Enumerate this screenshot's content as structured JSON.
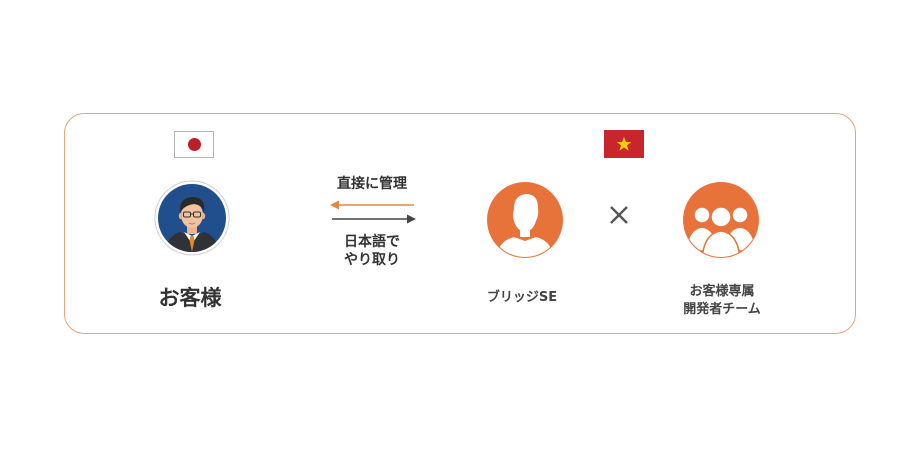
{
  "customer": {
    "label": "お客様",
    "flag": "japan-flag-icon",
    "avatar": "businessman-avatar-icon"
  },
  "link": {
    "top_label": "直接に管理",
    "bottom_label_line1": "日本語で",
    "bottom_label_line2": "やり取り",
    "arrow_color": "#e8873a",
    "arrow_right_color": "#444444"
  },
  "bridge_se": {
    "label": "ブリッジSE",
    "flag": "vietnam-flag-icon",
    "avatar": "person-silhouette-icon"
  },
  "operator": "×",
  "team": {
    "label_line1": "お客様専属",
    "label_line2": "開発者チーム",
    "avatar": "group-silhouette-icon"
  },
  "colors": {
    "accent": "#e8733a",
    "border": "#e8a47a",
    "jp_red": "#bc1e2a",
    "vn_red": "#c8252d",
    "vn_star": "#f5d000",
    "avatar_blue": "#214e8c"
  }
}
